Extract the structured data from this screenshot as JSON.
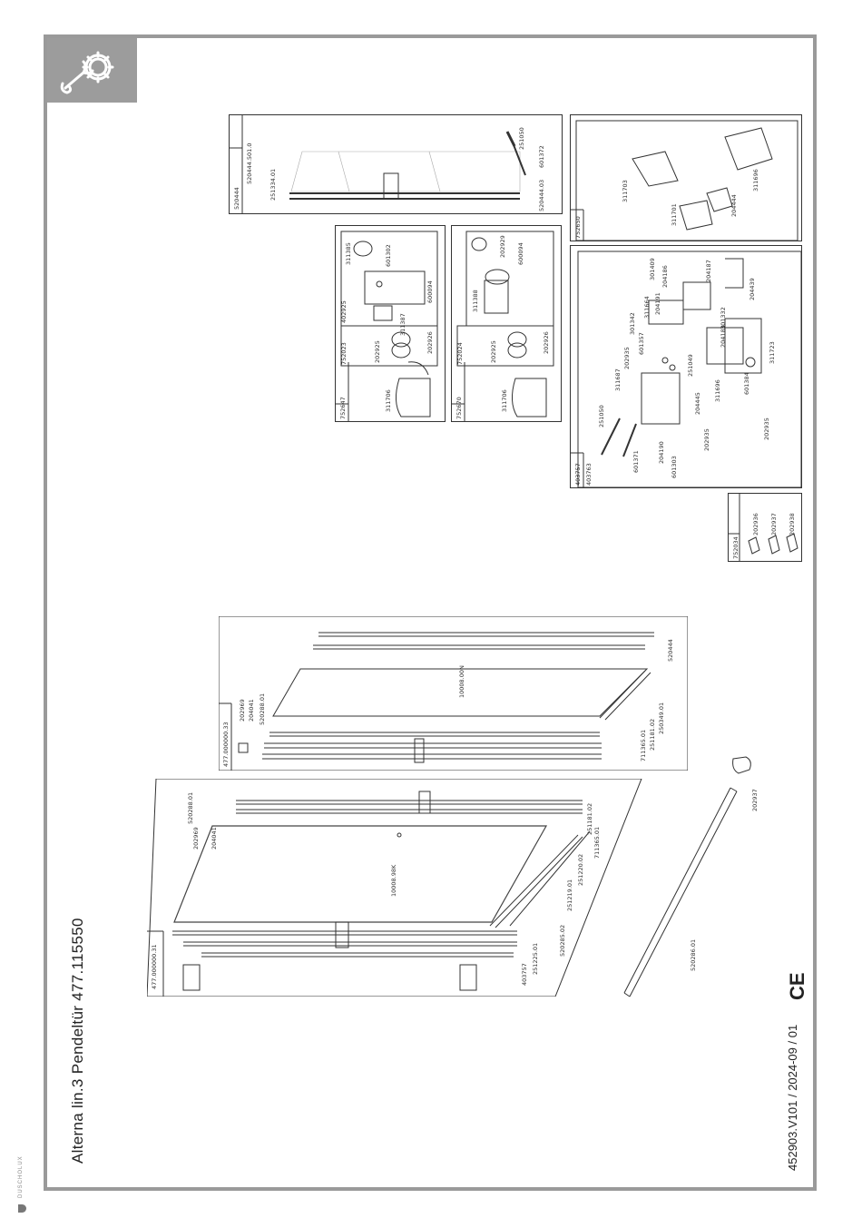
{
  "page": {
    "title": "Alterna lin.3 Pendeltür 477.115550",
    "doc_number": "452903.V101 / 2024-09 / 01",
    "ce_mark": "CE",
    "brand": "DUSCHOLUX",
    "icons": {
      "tools": "wrench-gear-icon",
      "logo": "duscholux-logo-icon"
    }
  },
  "assemblies": {
    "a477_31": {
      "code": "477.000000.31",
      "parts": [
        "520288.01",
        "202969",
        "204041",
        "251181.02",
        "711365.01",
        "10008.98K",
        "251220.02",
        "251219.01",
        "520285.02",
        "251225.01",
        "403757"
      ]
    },
    "a477_33": {
      "code": "477.000000.33",
      "parts": [
        "202969",
        "204041",
        "520288.01",
        "10008.00N",
        "711365.01",
        "251181.02",
        "250349.01",
        "520444"
      ]
    },
    "rod": {
      "parts": [
        "520286.01",
        "202937"
      ]
    },
    "k520444": {
      "code": "520444",
      "parts": [
        "520444.501.0",
        "251334.01",
        "251050",
        "601372",
        "520444.03"
      ]
    },
    "k752647": {
      "code": "752647",
      "parts": [
        "311706"
      ]
    },
    "k752023": {
      "code": "752023",
      "parts": [
        "202925",
        "202926"
      ]
    },
    "k402925": {
      "code": "402925",
      "parts": [
        "311385",
        "601302",
        "600094",
        "311387"
      ]
    },
    "k752670": {
      "code": "752670",
      "parts": [
        "311706"
      ]
    },
    "k752024": {
      "code": "752024",
      "parts": [
        "202925",
        "202926",
        "311388",
        "202929",
        "600094"
      ]
    },
    "k752650": {
      "code": "752650",
      "parts": [
        "311703",
        "311701",
        "204444",
        "311696"
      ]
    },
    "k403757": {
      "code": "403757",
      "subcode": "403763",
      "parts": [
        "251050",
        "601371",
        "204190",
        "601303",
        "202935",
        "311687",
        "202935",
        "601357",
        "301342",
        "311664",
        "204191",
        "204186",
        "301409",
        "204187",
        "301332",
        "204183",
        "204439",
        "251049",
        "204445",
        "311696",
        "601384",
        "311723",
        "202935"
      ]
    },
    "k752034": {
      "code": "752034",
      "parts": [
        "202936",
        "202937",
        "202938"
      ]
    }
  }
}
